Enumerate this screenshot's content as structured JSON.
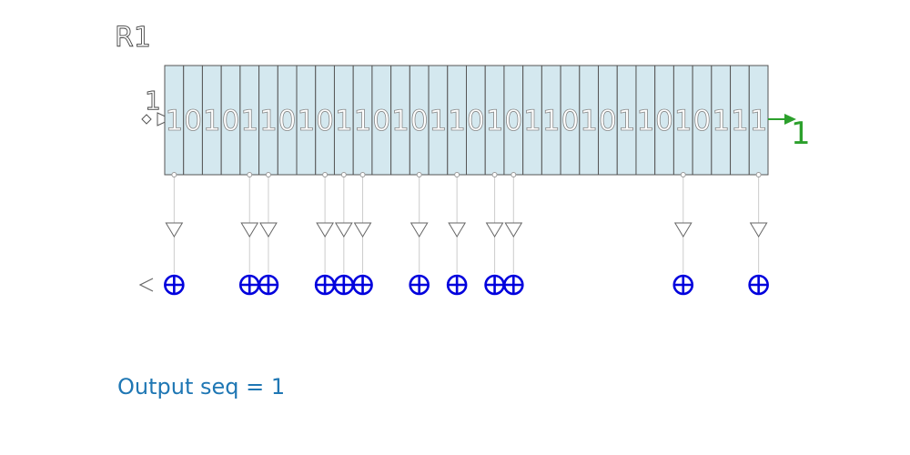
{
  "register": {
    "name": "R1",
    "input_bit": "1",
    "bits": [
      "1",
      "0",
      "1",
      "0",
      "1",
      "1",
      "0",
      "1",
      "0",
      "1",
      "1",
      "0",
      "1",
      "0",
      "1",
      "1",
      "0",
      "1",
      "0",
      "1",
      "1",
      "0",
      "1",
      "0",
      "1",
      "1",
      "0",
      "1",
      "0",
      "1",
      "1",
      "1"
    ],
    "tap_positions": [
      0,
      4,
      5,
      8,
      9,
      10,
      13,
      15,
      17,
      18,
      27,
      31
    ]
  },
  "output": {
    "bit": "1",
    "sequence_label": "Output seq = 1"
  },
  "colors": {
    "cell_fill": "#d4e8ef",
    "xor": "#0000dd",
    "output": "#2ca02c",
    "sequence": "#1f77b4"
  },
  "icons": {
    "xor": "circled-plus-icon",
    "tap": "down-triangle-icon",
    "output_arrow": "arrow-right-icon"
  }
}
